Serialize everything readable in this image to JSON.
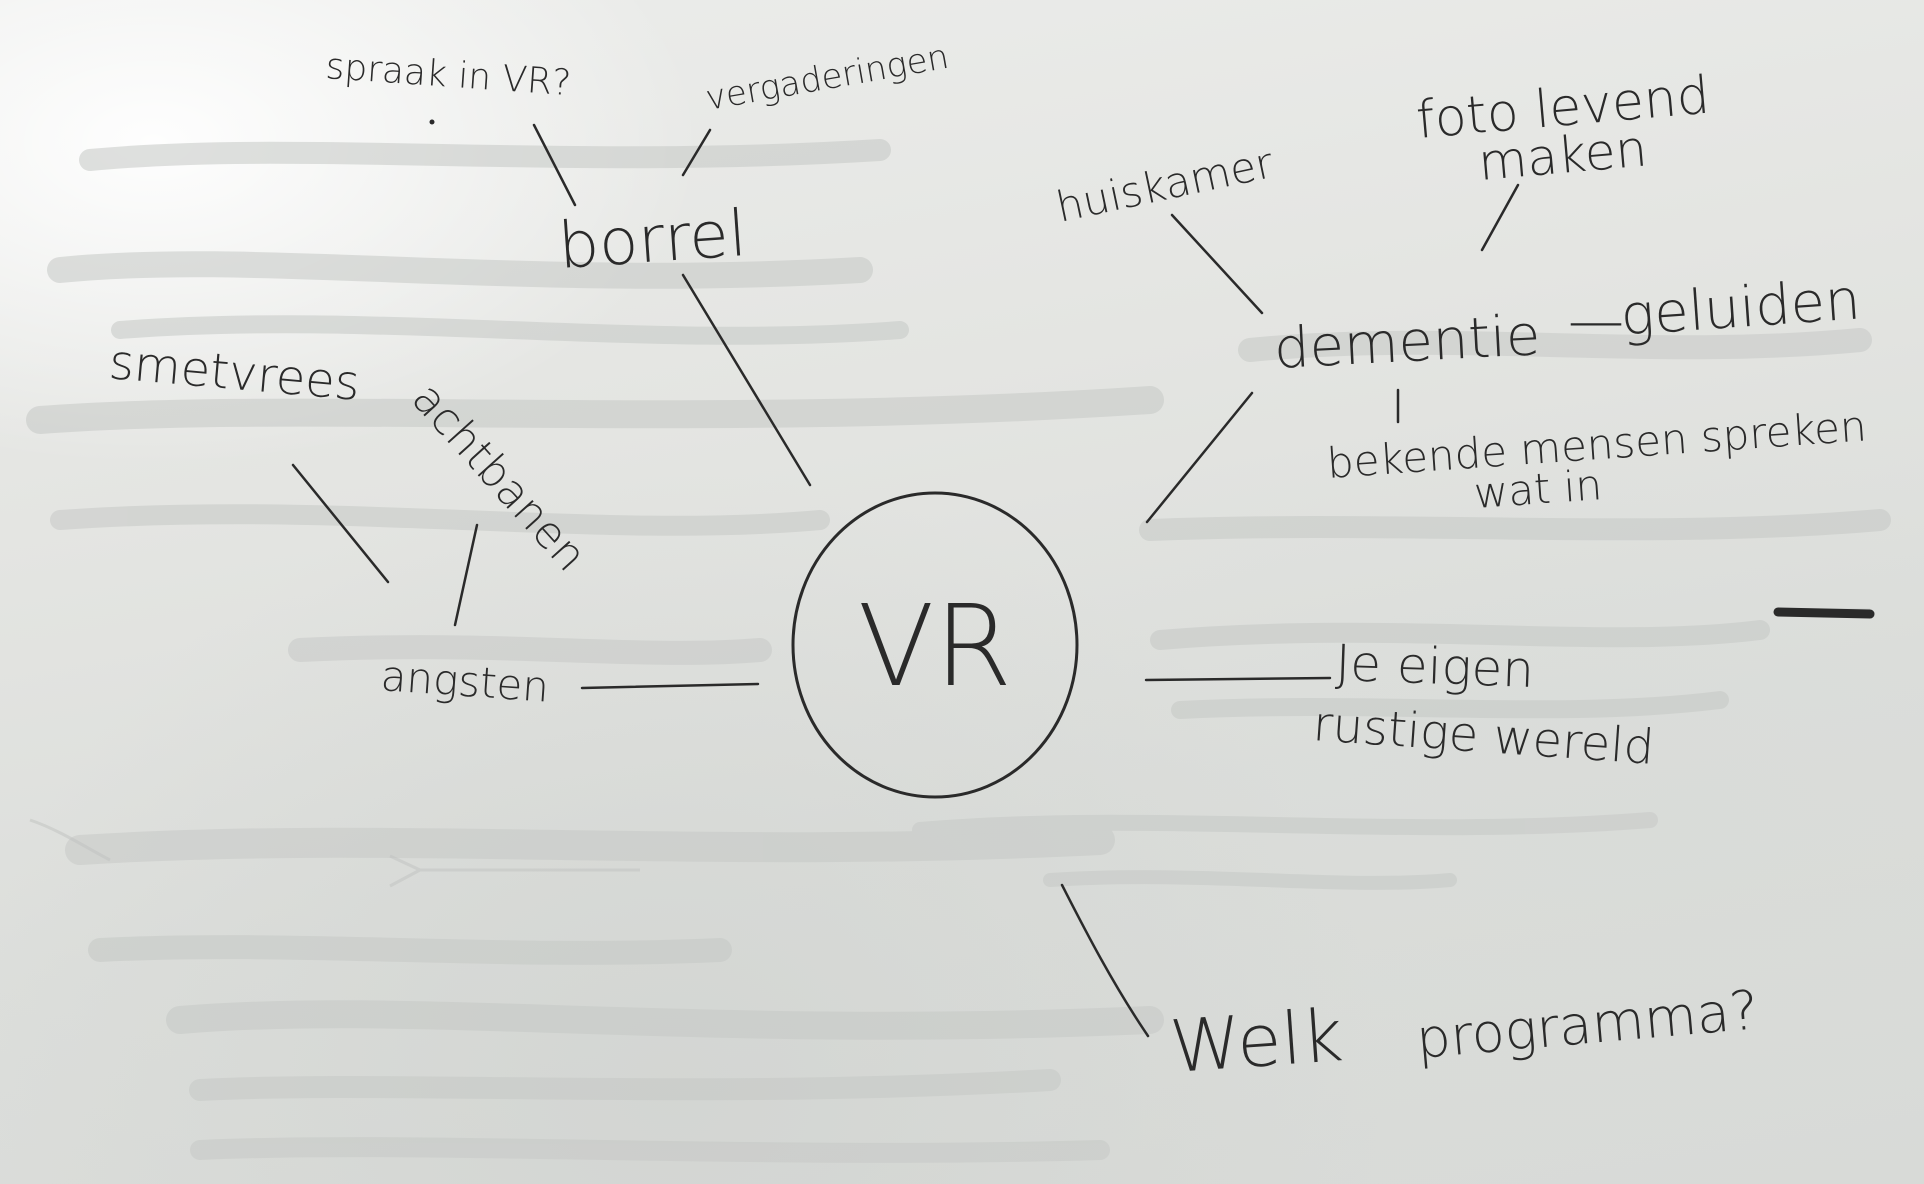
{
  "center": {
    "label": "VR"
  },
  "words": {
    "spraak": "spraak in VR?",
    "vergaderingen": "vergaderingen",
    "borrel": "borrel",
    "huiskamer": "huiskamer",
    "foto_line1": "foto levend",
    "foto_line2": "maken",
    "dementie": "dementie",
    "dash": "—",
    "geluiden": "geluiden",
    "bekende_line1": "bekende mensen spreken",
    "bekende_line2": "wat in",
    "smetvrees": "smetvrees",
    "achtbanen": "achtbanen",
    "angsten": "angsten",
    "je_eigen": "Je eigen",
    "rustige_wereld": "rustige wereld",
    "welk": "Welk",
    "programma": "programma?"
  },
  "colors": {
    "ink": "#2a2a2a",
    "ghost": "#c4c7c4",
    "board": "#e4e5e2"
  }
}
